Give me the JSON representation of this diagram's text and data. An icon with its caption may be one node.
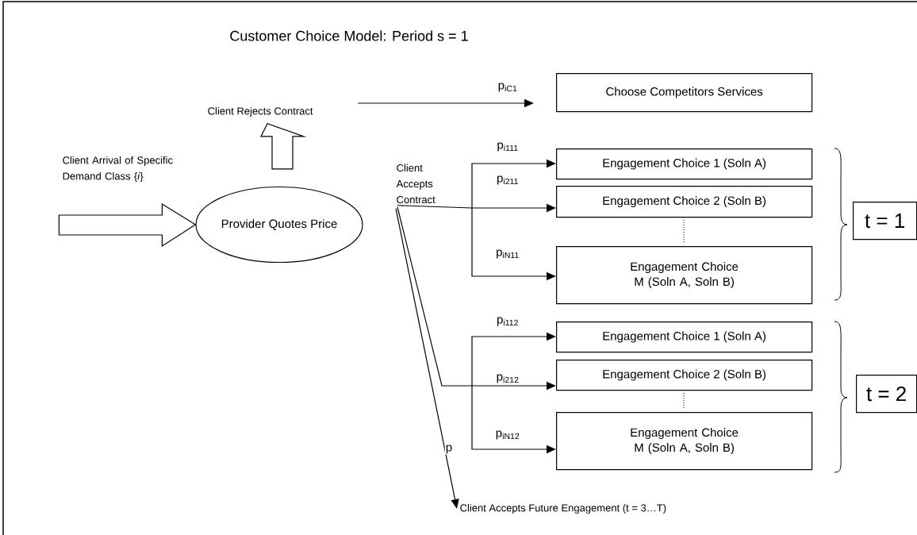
{
  "diagram": {
    "title": "Customer Choice Model: Period s = 1",
    "nodes": [
      {
        "text": [
          "Client Rejects Contract"
        ]
      },
      {
        "text": [
          "Provider Quotes Price"
        ]
      },
      {
        "text": [
          "Choose Competitors Services"
        ]
      },
      {
        "text": [
          "Client Accepts Contract"
        ]
      },
      {
        "text": [
          "Engagement Choice 1 (Soln A)"
        ]
      },
      {
        "text": [
          "Engagement Choice 2 (Soln B)"
        ]
      },
      {
        "text": [
          "Engagement Choice M (Soln A, Soln B)"
        ]
      },
      {
        "text": [
          "t = 1"
        ]
      },
      {
        "text": [
          "Engagement Choice 1 (Soln A)"
        ]
      },
      {
        "text": [
          "Engagement Choice 2 (Soln B)"
        ]
      },
      {
        "text": [
          "Engagement Choice M (Soln A, Soln B)"
        ]
      },
      {
        "text": [
          "t = 2"
        ]
      },
      {
        "text": [
          "Client Accepts Future Engagement (t = 3…T)"
        ]
      }
    ],
    "edges": [
      {
        "from": null,
        "to": 1,
        "arrow": "to",
        "style": "thick",
        "label": "Client Arrival of Specific Demand Class {*i*}"
      },
      {
        "from": 1,
        "to": 0,
        "arrow": "to",
        "style": "thick"
      },
      {
        "from": 0,
        "to": 2,
        "arrow": "to",
        "label": "p$_{iC1}$"
      },
      {
        "from": 3,
        "to": 4,
        "arrow": "to",
        "label": "p$_{i111}$"
      },
      {
        "from": 3,
        "to": 5,
        "arrow": "to",
        "label": "p$_{i211}$"
      },
      {
        "from": 3,
        "to": 6,
        "arrow": "to",
        "label": "p$_{iN11}$"
      },
      {
        "from": 3,
        "to": 8,
        "arrow": "to",
        "label": "p$_{i112}$"
      },
      {
        "from": 3,
        "to": 9,
        "arrow": "to",
        "label": "p$_{i212}$"
      },
      {
        "from": 3,
        "to": 10,
        "arrow": "to",
        "label": "p$_{iN12}$"
      },
      {
        "from": 3,
        "to": 12,
        "arrow": "to",
        "label": "p"
      }
    ]
  }
}
